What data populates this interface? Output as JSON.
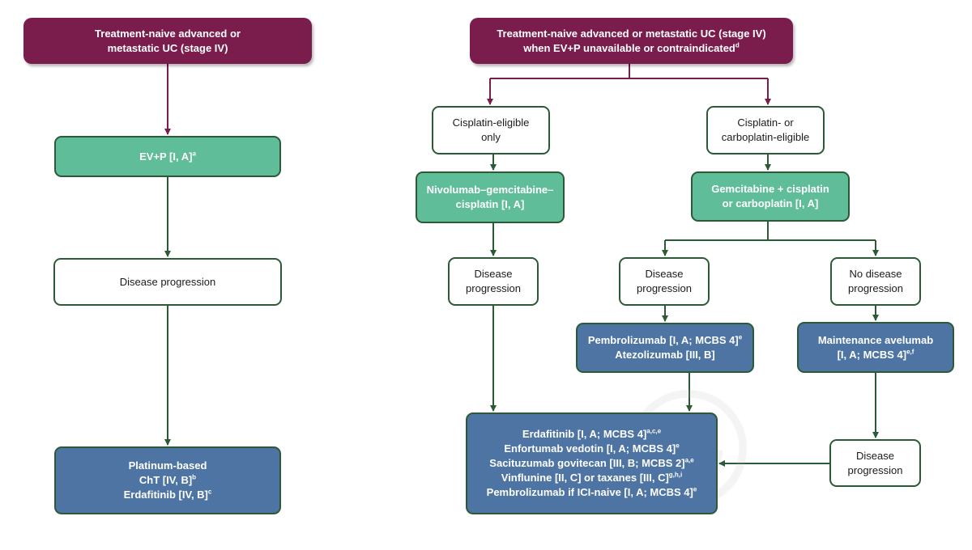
{
  "left": {
    "start": {
      "line1": "Treatment-naive advanced or",
      "line2": "metastatic UC (stage IV)"
    },
    "evp": {
      "text": "EV+P [I, A]",
      "sup": "a"
    },
    "progression": {
      "text": "Disease progression"
    },
    "platinum": {
      "line1": "Platinum-based",
      "line2": "ChT [IV, B]",
      "line2_sup": "b",
      "line3": "Erdafitinib [IV, B]",
      "line3_sup": "c"
    }
  },
  "right": {
    "start": {
      "line1": "Treatment-naive advanced or metastatic UC (stage IV)",
      "line2": "when EV+P unavailable or contraindicated",
      "line2_sup": "d"
    },
    "cis_only": {
      "line1": "Cisplatin-eligible",
      "line2": "only"
    },
    "cis_carbo": {
      "line1": "Cisplatin- or",
      "line2": "carboplatin-eligible"
    },
    "nivo": {
      "line1": "Nivolumab–gemcitabine–",
      "line2": "cisplatin [I, A]"
    },
    "gem": {
      "line1": "Gemcitabine + cisplatin",
      "line2": "or carboplatin [I, A]"
    },
    "prog_a": {
      "line1": "Disease",
      "line2": "progression"
    },
    "prog_b": {
      "line1": "Disease",
      "line2": "progression"
    },
    "no_prog": {
      "line1": "No disease",
      "line2": "progression"
    },
    "pembro": {
      "line1": "Pembrolizumab [I, A; MCBS 4]",
      "line1_sup": "e",
      "line2": "Atezolizumab [III, B]"
    },
    "avelumab": {
      "line1": "Maintenance avelumab",
      "line2": "[I, A; MCBS 4]",
      "line2_sup": "e,f"
    },
    "prog_c": {
      "line1": "Disease",
      "line2": "progression"
    },
    "final": {
      "line1": "Erdafitinib [I, A; MCBS 4]",
      "line1_sup": "a,c,e",
      "line2": "Enfortumab vedotin [I, A; MCBS 4]",
      "line2_sup": "e",
      "line3": "Sacituzumab govitecan [III, B; MCBS 2]",
      "line3_sup": "a,e",
      "line4": "Vinflunine [II, C] or taxanes [III, C]",
      "line4_sup": "g,h,i",
      "line5": "Pembrolizumab if ICI-naive [I, A; MCBS 4]",
      "line5_sup": "e"
    }
  },
  "colors": {
    "maroon": "#7a1d4c",
    "green": "#5fbd9a",
    "blue": "#4d74a3",
    "dark_green": "#2d5a36"
  }
}
